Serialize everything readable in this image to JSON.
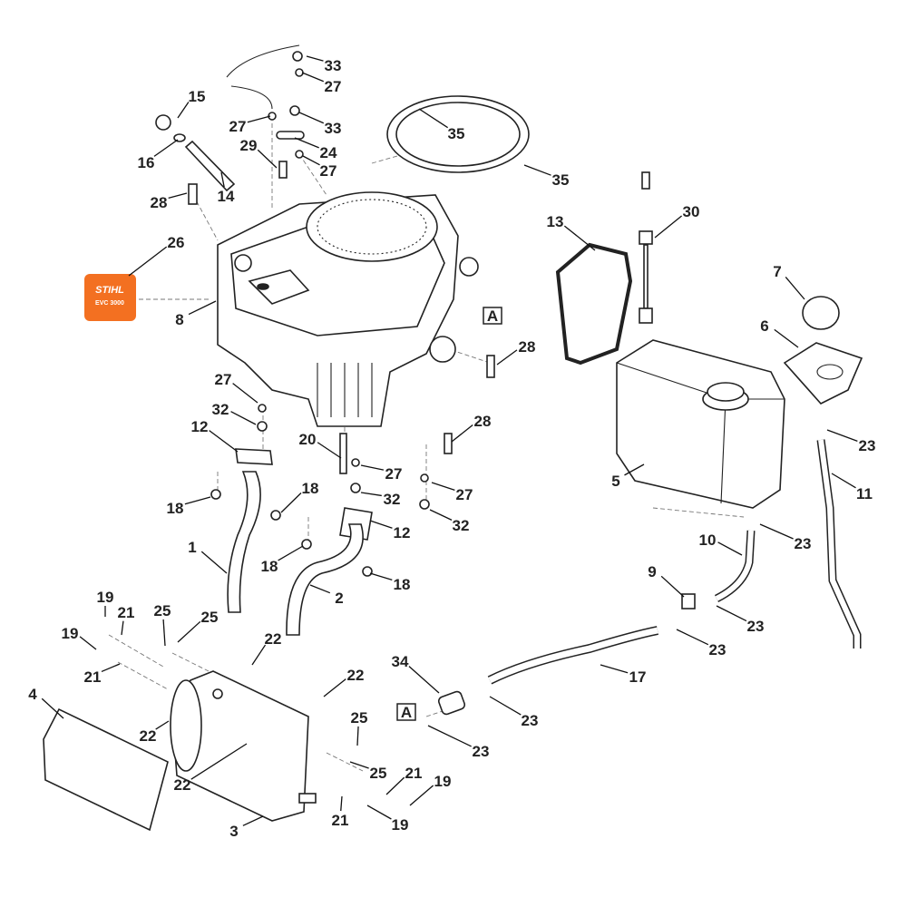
{
  "diagram": {
    "type": "exploded-parts-diagram",
    "logo": {
      "brand": "STIHL",
      "model": "EVC 3000",
      "color": "#f37021"
    },
    "reference_marker": "A",
    "callouts": [
      "33",
      "27",
      "15",
      "35",
      "27",
      "33",
      "16",
      "29",
      "24",
      "27",
      "35",
      "28",
      "14",
      "30",
      "13",
      "26",
      "7",
      "8",
      "6",
      "28",
      "27",
      "32",
      "12",
      "28",
      "23",
      "20",
      "27",
      "18",
      "18",
      "32",
      "27",
      "5",
      "11",
      "12",
      "32",
      "23",
      "1",
      "18",
      "10",
      "18",
      "9",
      "2",
      "19",
      "21",
      "25",
      "25",
      "23",
      "19",
      "22",
      "23",
      "34",
      "21",
      "17",
      "22",
      "4",
      "23",
      "25",
      "22",
      "23",
      "22",
      "25",
      "21",
      "19",
      "21",
      "19",
      "3"
    ]
  }
}
